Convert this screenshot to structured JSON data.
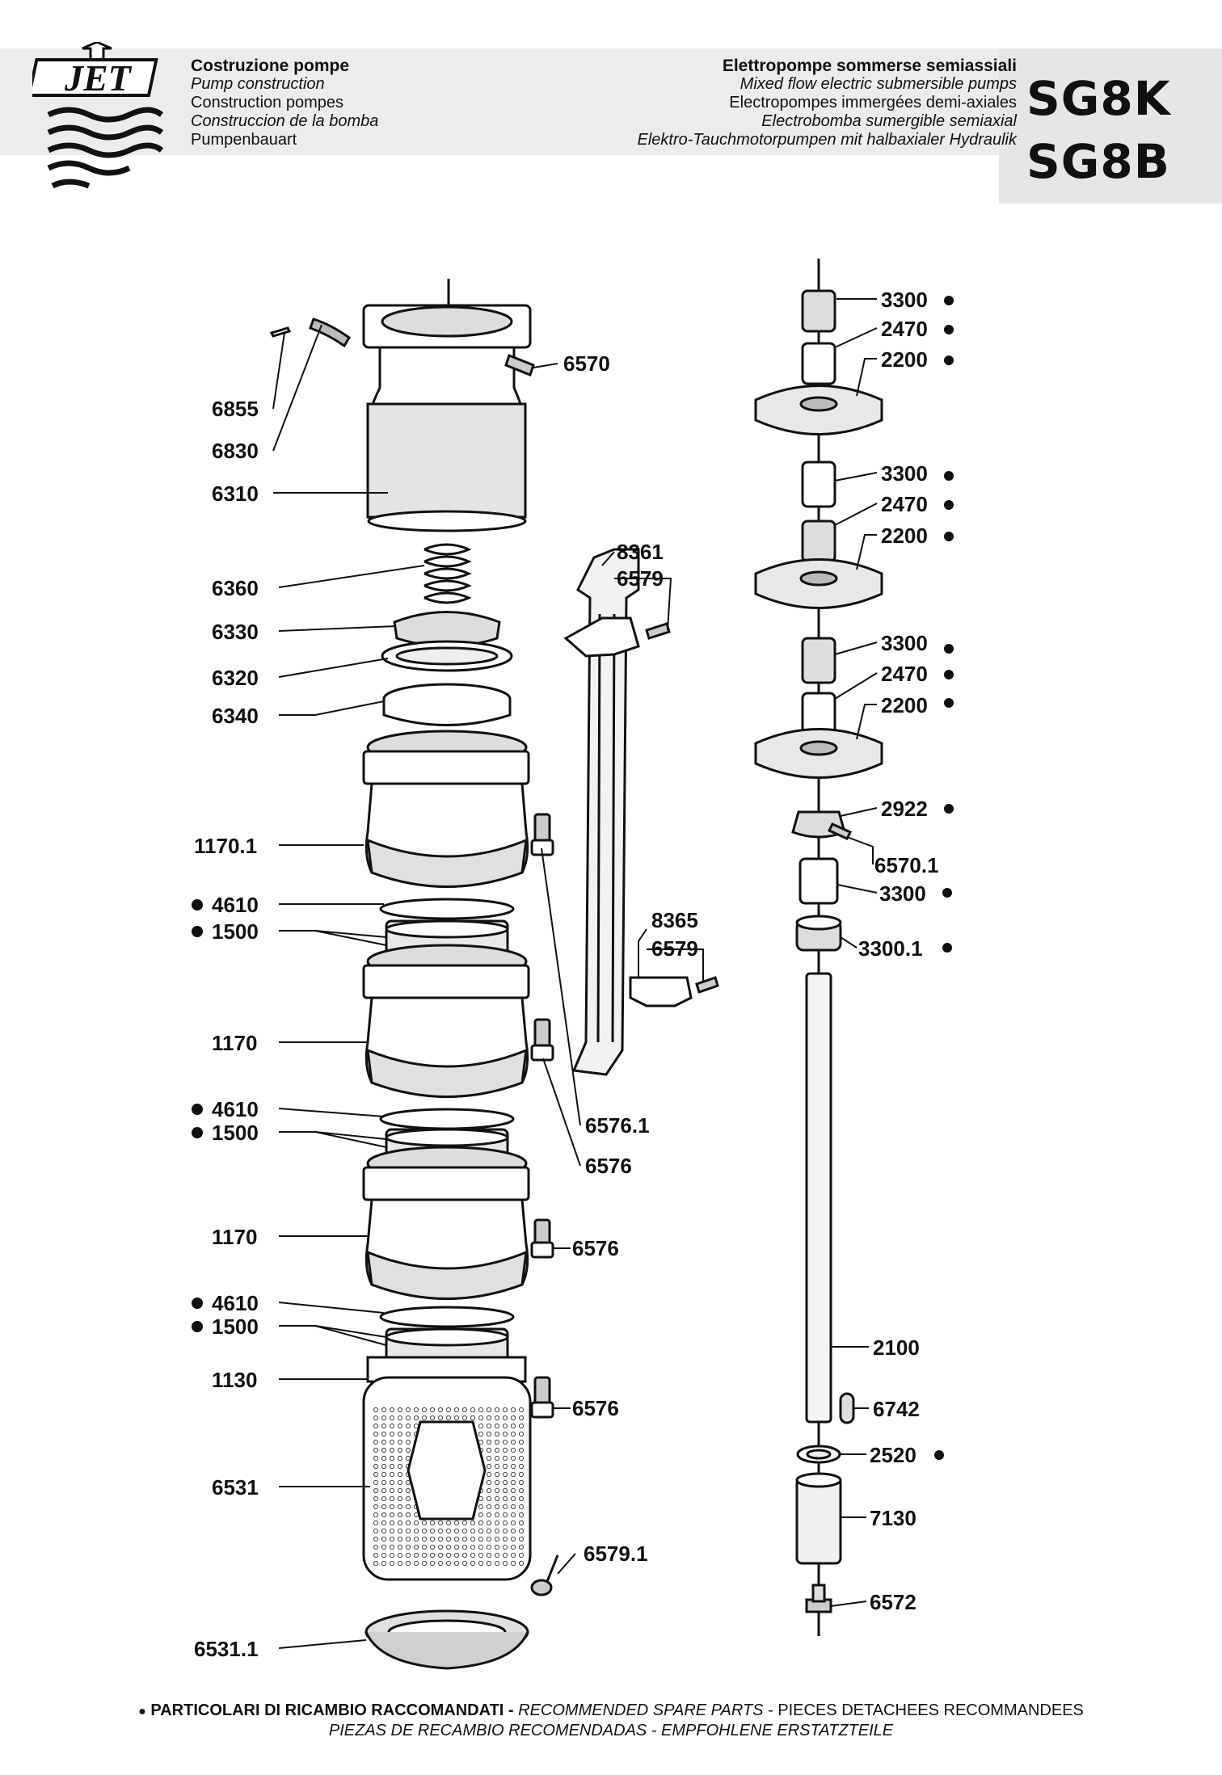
{
  "header": {
    "left_title": "Costruzione pompe",
    "left_lines": [
      "Pump construction",
      "Construction pompes",
      "Construccion de la bomba",
      "Pumpenbauart"
    ],
    "right_title": "Elettropompe sommerse semiassiali",
    "right_lines": [
      "Mixed flow electric submersible pumps",
      "Electropompes immergées demi-axiales",
      "Electrobomba sumergible semiaxial",
      "Elektro-Tauchmotorpumpen mit halbaxialer Hydraulik"
    ],
    "models": [
      "SG8K",
      "SG8B"
    ],
    "logo_text": "JET"
  },
  "parts_left": [
    "6855",
    "6830",
    "6310",
    "6360",
    "6330",
    "6320",
    "6340",
    "1170.1",
    "4610",
    "1500",
    "1170",
    "4610",
    "1500",
    "1170",
    "4610",
    "1500",
    "1130",
    "6531",
    "6531.1"
  ],
  "parts_middle": [
    "6570",
    "8361",
    "6579",
    "8365",
    "6579",
    "6576.1",
    "6576",
    "6576",
    "6576",
    "6579.1"
  ],
  "parts_right": [
    "3300",
    "2470",
    "2200",
    "3300",
    "2470",
    "2200",
    "3300",
    "2470",
    "2200",
    "2922",
    "6570.1",
    "3300",
    "3300.1",
    "2100",
    "6742",
    "2520",
    "7130",
    "6572"
  ],
  "footer": {
    "line1_bold": "PARTICOLARI DI RICAMBIO RACCOMANDATI -",
    "line1_italic": " RECOMMENDED SPARE PARTS",
    "line1_rest": " - PIECES DETACHEES RECOMMANDEES",
    "line2": "PIEZAS DE RECAMBIO RECOMENDADAS - EMPFOHLENE ERSTATZTEILE"
  }
}
